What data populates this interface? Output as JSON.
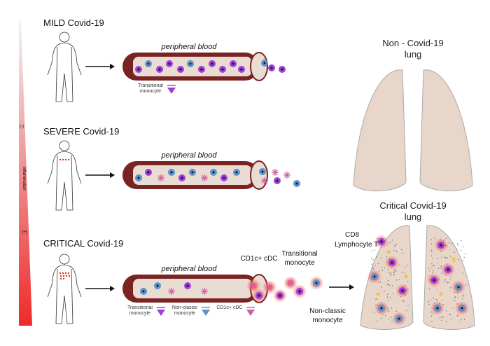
{
  "gradient": {
    "minus": "(-)",
    "label": "inflammation",
    "plus": "(+)",
    "colors": [
      "#f2f2f2",
      "#ee2a2a"
    ]
  },
  "rows": [
    {
      "title": "MILD  Covid-19",
      "vessel_label": "peripheral blood",
      "legend": [
        "Transitional monocyte"
      ]
    },
    {
      "title": "SEVERE  Covid-19",
      "vessel_label": "peripheral blood",
      "legend": []
    },
    {
      "title": "CRITICAL  Covid-19",
      "vessel_label": "peripheral blood",
      "legend": [
        "Transitional monocyte",
        "Non-classic monocyte",
        "CD1c+ cDC"
      ]
    }
  ],
  "lungs": {
    "normal": {
      "line1": "Non - Covid-19",
      "line2": "lung"
    },
    "critical": {
      "line1": "Critical Covid-19",
      "line2": "lung"
    }
  },
  "labels": {
    "cd8": [
      "CD8",
      "Lymphocyte T"
    ],
    "cdc": "CD1c+ cDC",
    "transitional": [
      "Transitional",
      "monocyte"
    ],
    "nonclassic": [
      "Non-classic",
      "monocyte"
    ]
  },
  "colors": {
    "vessel": "#7a2323",
    "vessel_inner": "#e9dcd3",
    "lung": "#e8d6cb",
    "transitional": "#a43be0",
    "nonclassic": "#5b93c6",
    "cdc": "#d25fa0",
    "inflam": "#f06060"
  }
}
